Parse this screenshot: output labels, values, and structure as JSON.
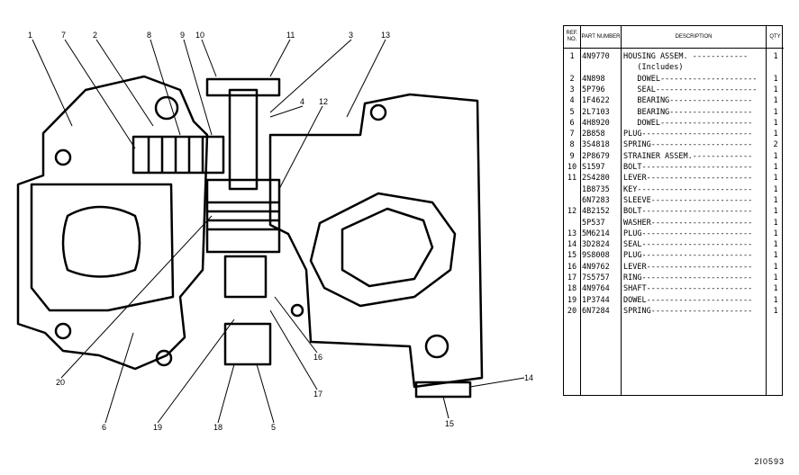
{
  "diagram": {
    "callouts": [
      "1",
      "7",
      "2",
      "8",
      "9",
      "10",
      "11",
      "3",
      "13",
      "4",
      "12",
      "20",
      "6",
      "19",
      "18",
      "5",
      "17",
      "16",
      "14",
      "15"
    ]
  },
  "parts_table": {
    "headers": {
      "ref": "REF. NO.",
      "part": "PART NUMBER",
      "description": "DESCRIPTION",
      "qty": "QTY"
    },
    "rows": [
      {
        "ref": "1",
        "part": "4N9770",
        "description": "HOUSING ASSEM. ------------",
        "qty": "1"
      },
      {
        "ref": "",
        "part": "",
        "description": "   (Includes)",
        "qty": ""
      },
      {
        "ref": "2",
        "part": "4N898",
        "description": "   DOWEL---------------------",
        "qty": "1"
      },
      {
        "ref": "3",
        "part": "5P796",
        "description": "   SEAL----------------------",
        "qty": "1"
      },
      {
        "ref": "4",
        "part": "1F4622",
        "description": "   BEARING------------------",
        "qty": "1"
      },
      {
        "ref": "5",
        "part": "2L7103",
        "description": "   BEARING------------------",
        "qty": "1"
      },
      {
        "ref": "6",
        "part": "4H8920",
        "description": "   DOWEL--------------------",
        "qty": "1"
      },
      {
        "ref": "7",
        "part": "2B858",
        "description": "PLUG------------------------",
        "qty": "1"
      },
      {
        "ref": "8",
        "part": "3S4818",
        "description": "SPRING----------------------",
        "qty": "2"
      },
      {
        "ref": "9",
        "part": "2P8679",
        "description": "STRAINER ASSEM.-------------",
        "qty": "1"
      },
      {
        "ref": "10",
        "part": "S1597",
        "description": "BOLT------------------------",
        "qty": "1"
      },
      {
        "ref": "11",
        "part": "2S4280",
        "description": "LEVER-----------------------",
        "qty": "1"
      },
      {
        "ref": "",
        "part": "1B8735",
        "description": "KEY-------------------------",
        "qty": "1"
      },
      {
        "ref": "",
        "part": "6N7283",
        "description": "SLEEVE----------------------",
        "qty": "1"
      },
      {
        "ref": "12",
        "part": "4B2152",
        "description": "BOLT------------------------",
        "qty": "1"
      },
      {
        "ref": "",
        "part": "5P537",
        "description": "WASHER----------------------",
        "qty": "1"
      },
      {
        "ref": "13",
        "part": "5M6214",
        "description": "PLUG------------------------",
        "qty": "1"
      },
      {
        "ref": "14",
        "part": "3D2824",
        "description": "SEAL------------------------",
        "qty": "1"
      },
      {
        "ref": "15",
        "part": "9S8008",
        "description": "PLUG------------------------",
        "qty": "1"
      },
      {
        "ref": "16",
        "part": "4N9762",
        "description": "LEVER-----------------------",
        "qty": "1"
      },
      {
        "ref": "17",
        "part": "7S5757",
        "description": "RING------------------------",
        "qty": "1"
      },
      {
        "ref": "18",
        "part": "4N9764",
        "description": "SHAFT-----------------------",
        "qty": "1"
      },
      {
        "ref": "19",
        "part": "1P3744",
        "description": "DOWEL-----------------------",
        "qty": "1"
      },
      {
        "ref": "20",
        "part": "6N7284",
        "description": "SPRING----------------------",
        "qty": "1"
      }
    ]
  },
  "figure_number": "2I0593"
}
